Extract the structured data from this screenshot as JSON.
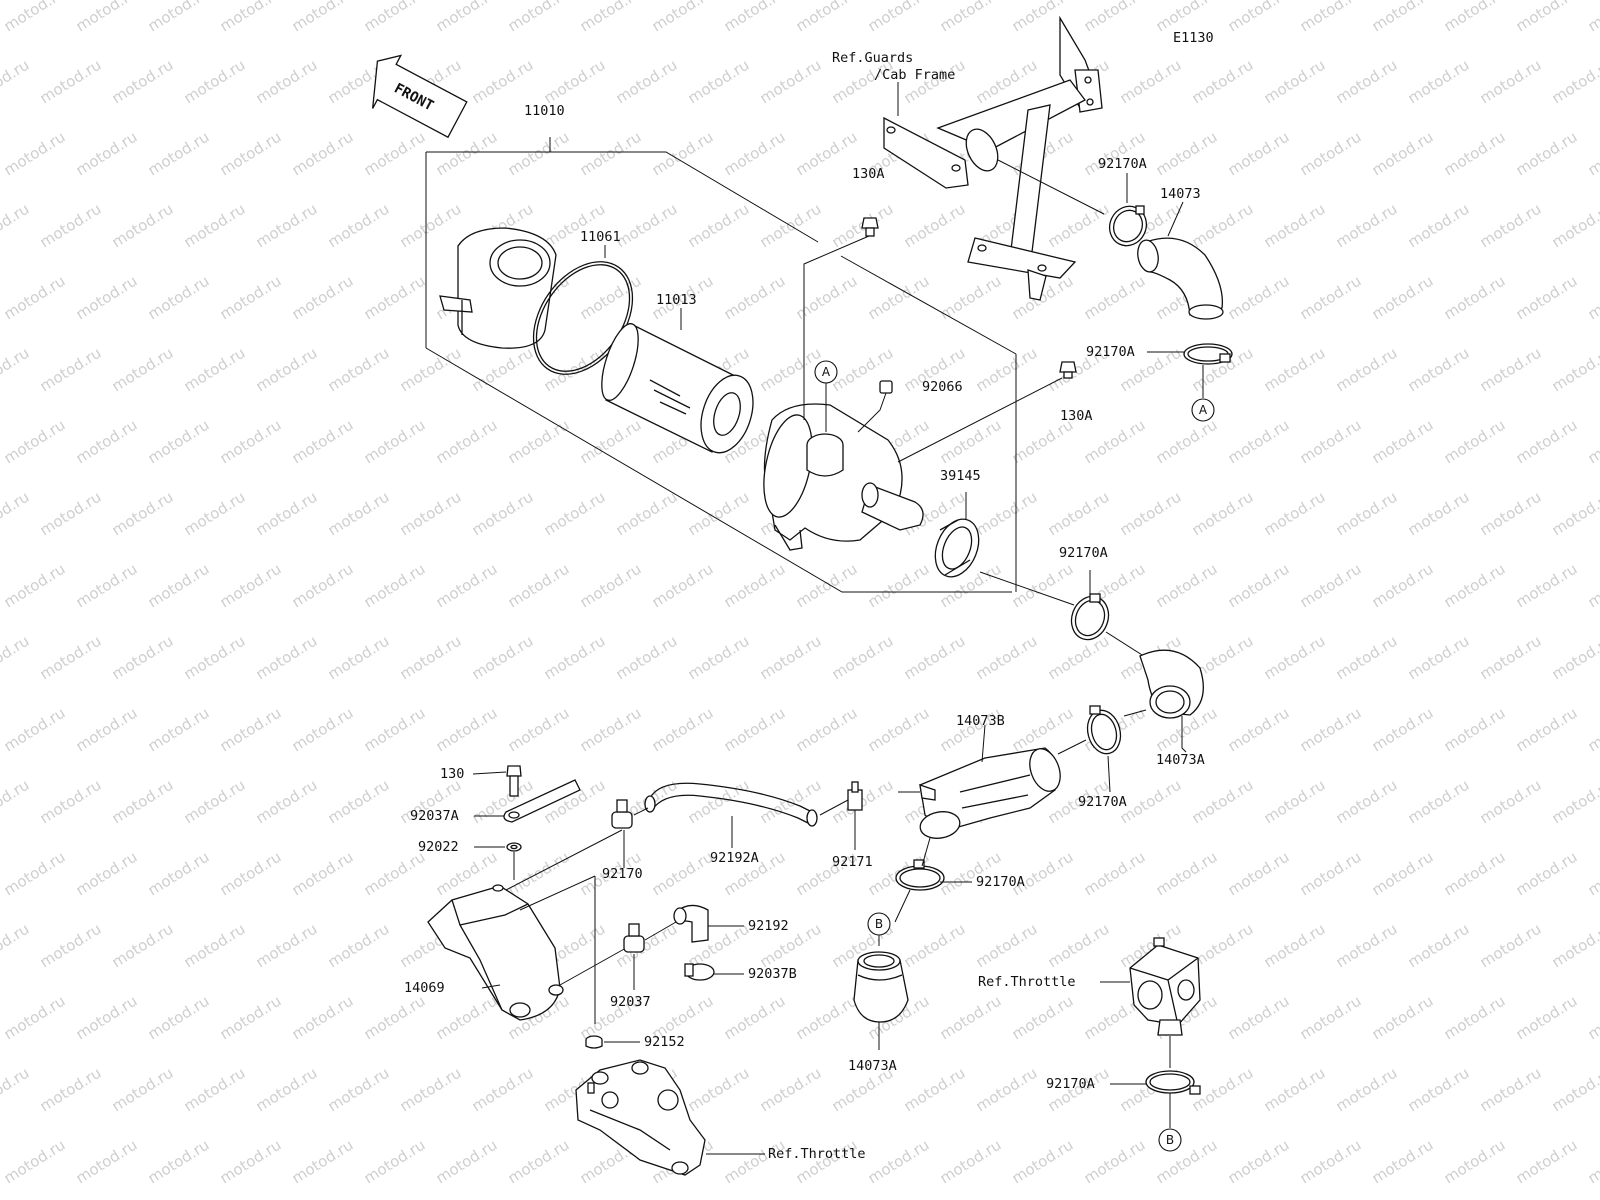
{
  "diagram_code": "E1130",
  "watermark": "motod.ru",
  "front_label": "FRONT",
  "callouts": {
    "ref_guards_line1": "Ref.Guards",
    "ref_guards_line2": "/Cab Frame",
    "p11010": "11010",
    "p11061": "11061",
    "p11013": "11013",
    "p130A_top": "130A",
    "p130A_mid": "130A",
    "p92066": "92066",
    "p39145": "39145",
    "p92170A_1": "92170A",
    "p92170A_2": "92170A",
    "p92170A_3": "92170A",
    "p92170A_4": "92170A",
    "p92170A_5": "92170A",
    "p92170A_6": "92170A",
    "p14073": "14073",
    "p14073A_1": "14073A",
    "p14073A_2": "14073A",
    "p14073B": "14073B",
    "p130": "130",
    "p92037A": "92037A",
    "p92022": "92022",
    "p92170": "92170",
    "p92192A": "92192A",
    "p92171": "92171",
    "p92192": "92192",
    "p92037B": "92037B",
    "p92037": "92037",
    "p14069": "14069",
    "p92152": "92152",
    "ref_throttle_1": "Ref.Throttle",
    "ref_throttle_2": "Ref.Throttle"
  },
  "markers": {
    "a1": "A",
    "a2": "A",
    "b1": "B",
    "b2": "B"
  }
}
